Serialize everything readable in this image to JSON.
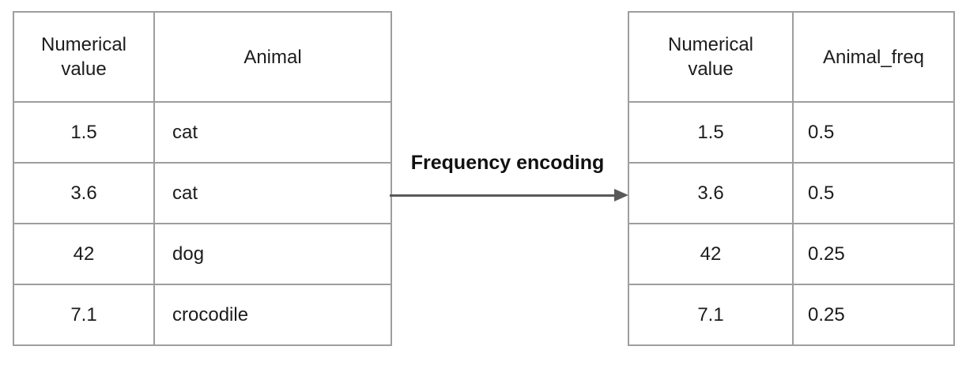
{
  "diagram": {
    "label": "Frequency encoding",
    "arrow_icon": "right-arrow",
    "colors": {
      "background": "#ffffff",
      "table_border": "#9e9e9e",
      "arrow": "#595959",
      "text": "#1c1c1c",
      "label_text": "#111111"
    }
  },
  "left_table": {
    "columns": [
      "Numerical value",
      "Animal"
    ],
    "rows": [
      [
        "1.5",
        "cat"
      ],
      [
        "3.6",
        "cat"
      ],
      [
        "42",
        "dog"
      ],
      [
        "7.1",
        "crocodile"
      ]
    ]
  },
  "right_table": {
    "columns": [
      "Numerical value",
      "Animal_freq"
    ],
    "rows": [
      [
        "1.5",
        "0.5"
      ],
      [
        "3.6",
        "0.5"
      ],
      [
        "42",
        "0.25"
      ],
      [
        "7.1",
        "0.25"
      ]
    ]
  }
}
